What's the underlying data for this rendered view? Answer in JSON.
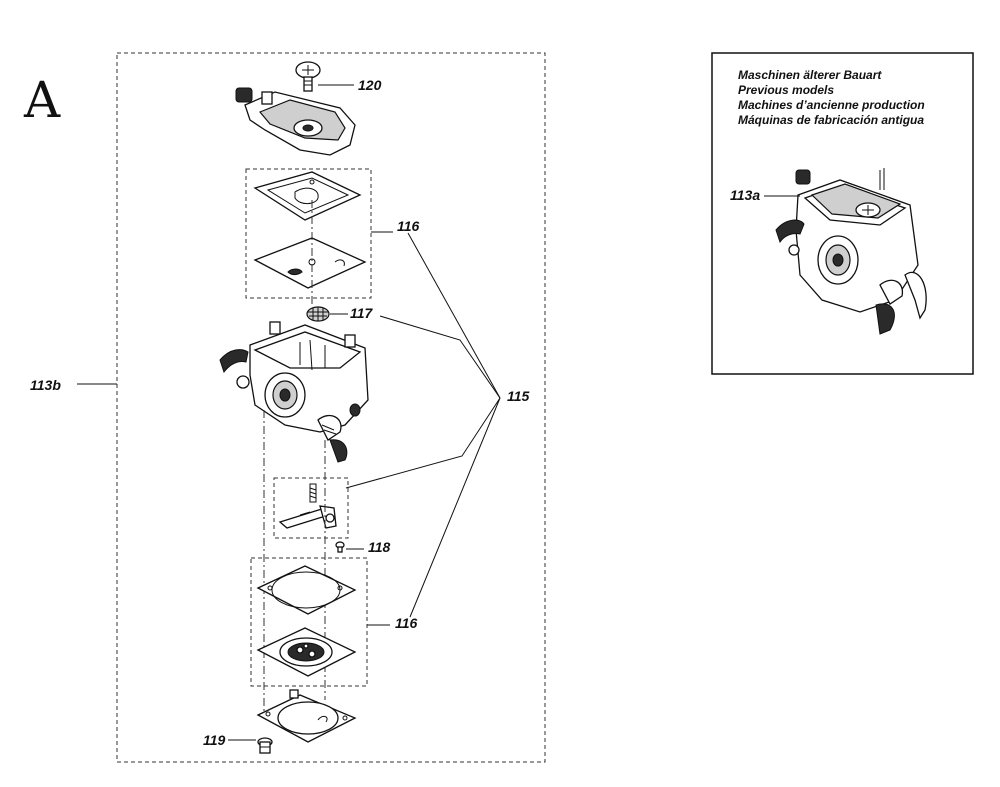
{
  "section_letter": "A",
  "callouts": {
    "p120": "120",
    "p116_top": "116",
    "p117": "117",
    "p113b": "113b",
    "p115": "115",
    "p118": "118",
    "p116_bottom": "116",
    "p119": "119",
    "p113a": "113a"
  },
  "inset": {
    "lines": [
      "Maschinen älterer Bauart",
      "Previous models",
      "Machines d’ancienne production",
      "Máquinas de fabricación antigua"
    ]
  }
}
